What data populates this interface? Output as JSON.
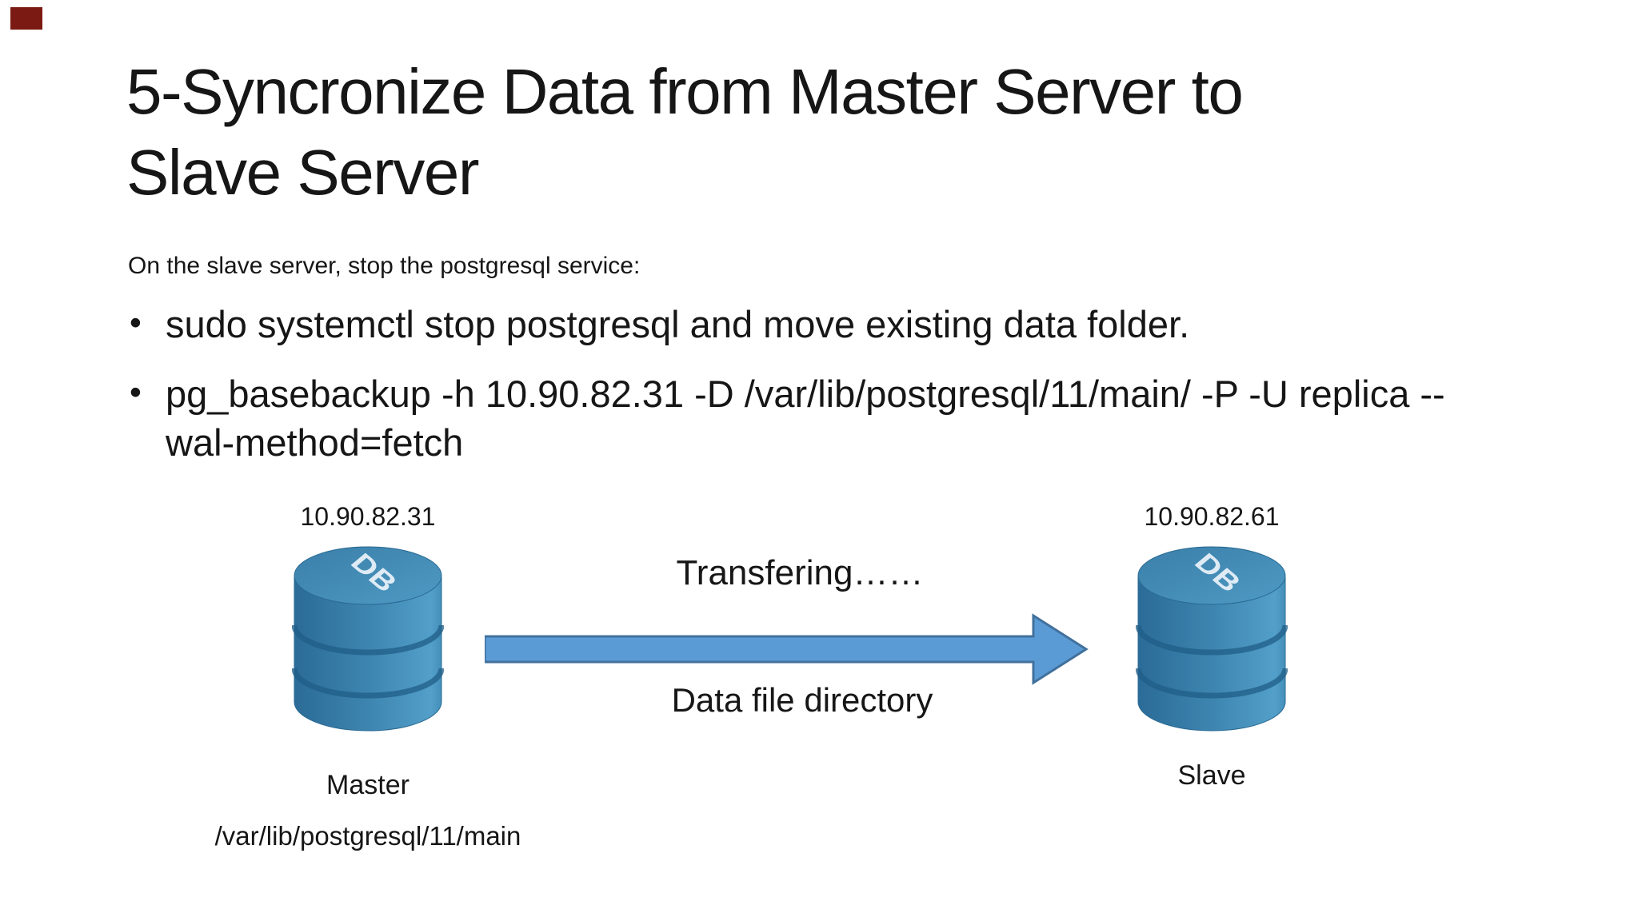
{
  "slide": {
    "title_lines": [
      "5-Syncronize Data from Master Server to",
      "Slave Server"
    ],
    "intro": "On the slave server, stop the postgresql service:",
    "bullets": [
      "sudo systemctl stop postgresql and move existing data folder.",
      "pg_basebackup -h 10.90.82.31 -D /var/lib/postgresql/11/main/ -P -U replica --wal-method=fetch"
    ],
    "corner_mark_color": "#7b1a12"
  },
  "diagram": {
    "master": {
      "ip": "10.90.82.31",
      "label": "Master",
      "data_path": "/var/lib/postgresql/11/main",
      "icon_text": "DB"
    },
    "slave": {
      "ip": "10.90.82.61",
      "label": "Slave",
      "icon_text": "DB"
    },
    "transfer": {
      "status_label": "Transfering……",
      "arrow_label": "Data file directory"
    },
    "colors": {
      "arrow_fill": "#5B9BD5",
      "arrow_stroke": "#41719C",
      "cylinder_dark": "#2B6B97",
      "cylinder_mid": "#3D85B0",
      "cylinder_light": "#529FC9",
      "cylinder_top_dark": "#3A7FA9",
      "cylinder_top_light": "#4E9AC4",
      "db_text": "#DEEBF5"
    }
  }
}
